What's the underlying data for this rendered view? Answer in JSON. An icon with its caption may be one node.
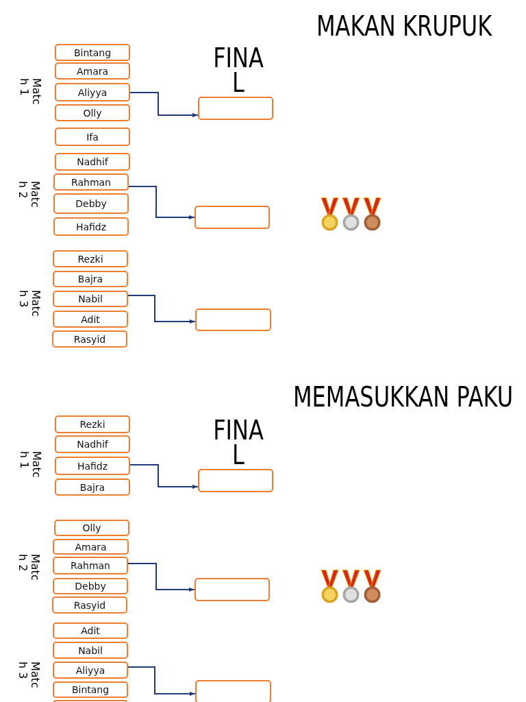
{
  "diagram": {
    "nodes": [
      {
        "text": [
          "Bintang"
        ]
      },
      {
        "text": [
          "Amara"
        ]
      },
      {
        "text": [
          "Aliyya"
        ]
      },
      {
        "text": [
          "Olly"
        ]
      },
      {
        "text": [
          "Ifa"
        ]
      },
      {
        "text": [],
        "shape": "box"
      },
      {
        "text": [
          "Nadhif"
        ]
      },
      {
        "text": [
          "Rahman"
        ]
      },
      {
        "text": [
          "Debby"
        ]
      },
      {
        "text": [
          "Hafidz"
        ]
      },
      {
        "text": [],
        "shape": "box"
      },
      {
        "text": [
          "Rezki"
        ]
      },
      {
        "text": [
          "Bajra"
        ]
      },
      {
        "text": [
          "Nabil"
        ]
      },
      {
        "text": [
          "Adit"
        ]
      },
      {
        "text": [
          "Rasyid"
        ]
      },
      {
        "text": [],
        "shape": "box"
      },
      {
        "text": [
          "Rezki"
        ]
      },
      {
        "text": [
          "Nadhif"
        ]
      },
      {
        "text": [
          "Hafidz"
        ]
      },
      {
        "text": [
          "Bajra"
        ]
      },
      {
        "text": [],
        "shape": "box"
      },
      {
        "text": [
          "Olly"
        ]
      },
      {
        "text": [
          "Amara"
        ]
      },
      {
        "text": [
          "Rahman"
        ]
      },
      {
        "text": [
          "Debby"
        ]
      },
      {
        "text": [
          "Rasyid"
        ]
      },
      {
        "text": [],
        "shape": "box"
      },
      {
        "text": [
          "Adit"
        ]
      },
      {
        "text": [
          "Nabil"
        ]
      },
      {
        "text": [
          "Aliyya"
        ]
      },
      {
        "text": [
          "Bintang"
        ]
      },
      {
        "text": [],
        "shape": "box"
      },
      {
        "text": [],
        "shape": "box"
      }
    ],
    "edges": [
      {
        "from": 2,
        "to": 5,
        "arrow": "to"
      },
      {
        "from": 7,
        "to": 10,
        "arrow": "to"
      },
      {
        "from": 13,
        "to": 16,
        "arrow": "to"
      },
      {
        "from": 19,
        "to": 21,
        "arrow": "to"
      },
      {
        "from": 24,
        "to": 27,
        "arrow": "to"
      },
      {
        "from": 30,
        "to": 33,
        "arrow": "to"
      }
    ],
    "labels": [
      "MAKAN KRUPUK",
      "FINA L",
      "Matc h 1",
      "Matc h 2",
      "Matc h 3",
      "MEMASUKKAN PAKU",
      "FINA L",
      "Matc h 1",
      "Matc h 2",
      "Matc h 3"
    ]
  }
}
